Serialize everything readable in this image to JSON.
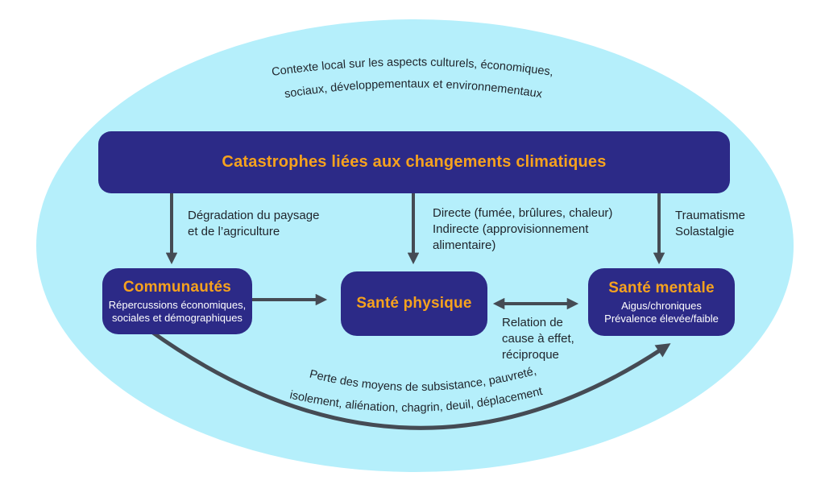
{
  "diagram": {
    "context_arc": {
      "line1": "Contexte local sur les aspects culturels, économiques,",
      "line2": "sociaux, développementaux et environnementaux"
    },
    "loss_arc": {
      "line1": "Perte des moyens de subsistance, pauvreté,",
      "line2": "isolement, aliénation, chagrin, deuil, déplacement"
    },
    "nodes": {
      "catastrophes": {
        "title": "Catastrophes liées aux changements climatiques"
      },
      "communautes": {
        "title": "Communautés",
        "subtitle": "Répercussions économiques,\nsociales et démographiques"
      },
      "sante_physique": {
        "title": "Santé physique"
      },
      "sante_mentale": {
        "title": "Santé mentale",
        "subtitle": "Aigus/chroniques\nPrévalence élevée/faible"
      }
    },
    "edge_labels": {
      "to_communautes": "Dégradation du paysage\net de l’agriculture",
      "to_physique": "Directe (fumée, brûlures, chaleur)\nIndirecte (approvisionnement\nalimentaire)",
      "to_mentale": "Traumatisme\nSolastalgie",
      "physique_mentale": "Relation de\ncause à effet,\nréciproque"
    },
    "colors": {
      "page_bg": "#ffffff",
      "ellipse": "#b5effb",
      "node_bg": "#2c2a87",
      "node_title": "#f6a21e",
      "node_subtitle": "#ffffff",
      "label_text": "#1f242b",
      "arrow": "#454b54"
    }
  }
}
